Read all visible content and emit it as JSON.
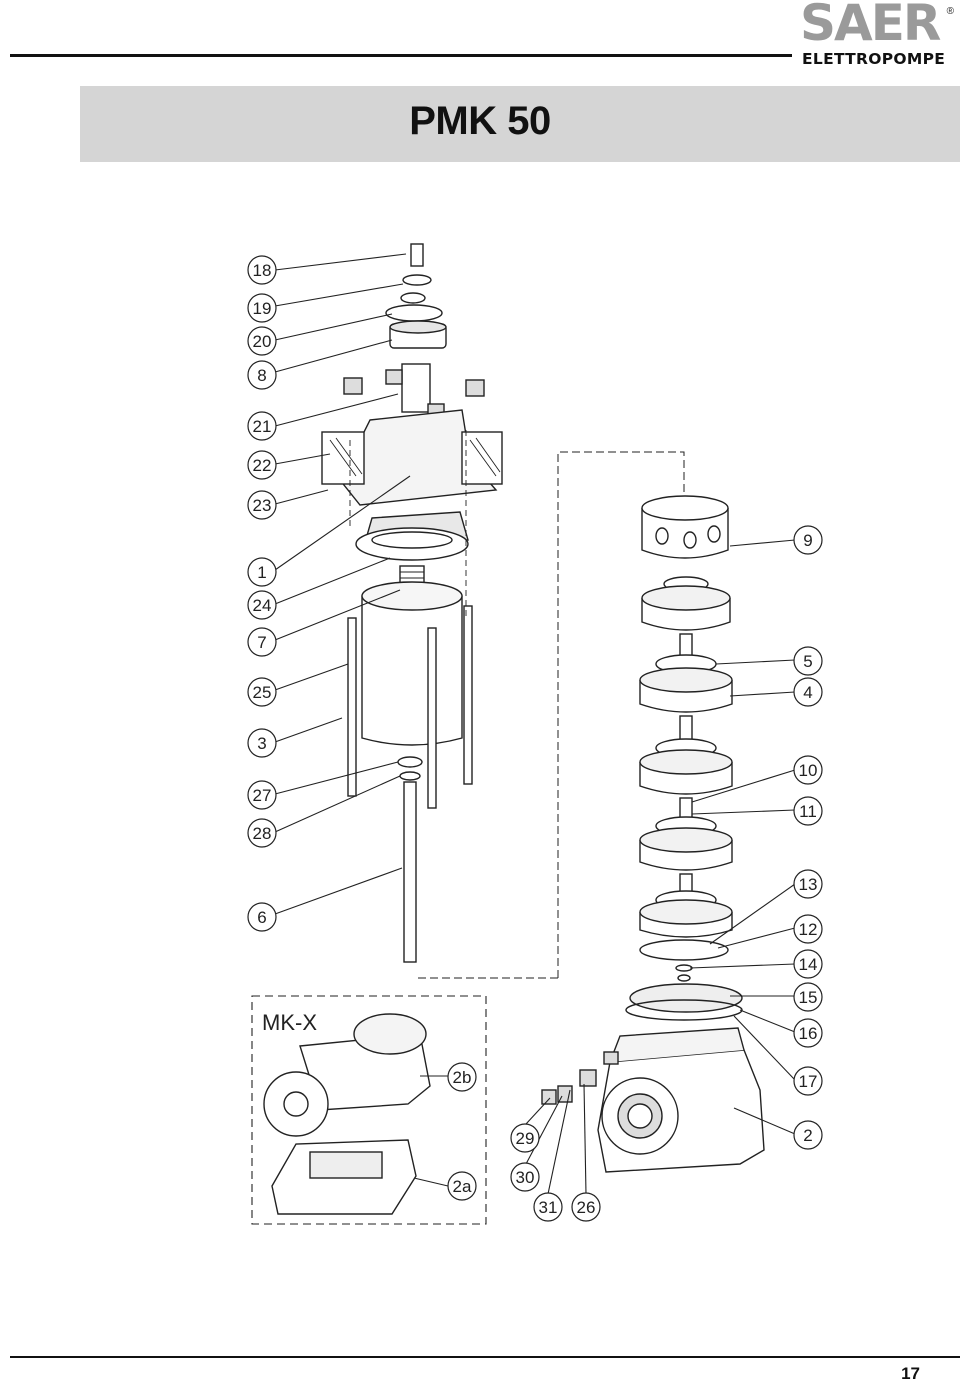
{
  "header": {
    "brand": "SAER",
    "registered_mark": "®",
    "brand_sub": "ELETTROPOMPE",
    "title": "PMK 50"
  },
  "drawing": {
    "variant_label": "MK-X",
    "callouts_left": [
      "18",
      "19",
      "20",
      "8",
      "21",
      "22",
      "23",
      "1",
      "24",
      "7",
      "25",
      "3",
      "27",
      "28",
      "6"
    ],
    "callouts_right": [
      "9",
      "5",
      "4",
      "10",
      "11",
      "13",
      "12",
      "14",
      "15",
      "16",
      "17",
      "2"
    ],
    "callouts_bottom": [
      "29",
      "30",
      "31",
      "26"
    ],
    "callouts_variant": [
      "2b",
      "2a"
    ]
  },
  "footer": {
    "page_number": "17"
  },
  "colors": {
    "title_band": "#d5d5d5",
    "logo_grey": "#9a9a9a",
    "line": "#222222"
  }
}
